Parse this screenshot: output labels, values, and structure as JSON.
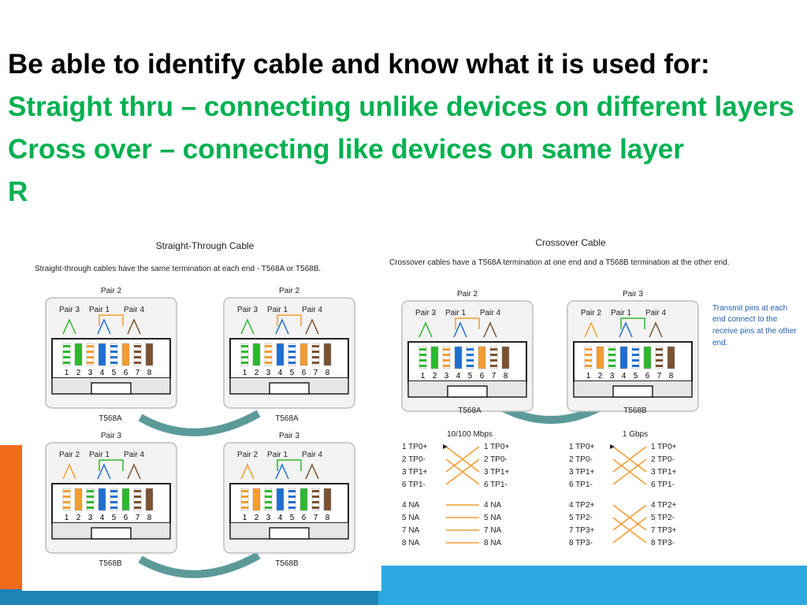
{
  "slide": {
    "paragraphs": [
      {
        "text": "Be able to identify cable and know what it is used for:",
        "color": "#000000"
      },
      {
        "text": "Straight thru – connecting unlike devices on different layers",
        "color": "#00b050"
      },
      {
        "text": "Cross over – connecting like devices on same layer",
        "color": "#00b050"
      },
      {
        "text": "R",
        "color": "#00b050"
      }
    ],
    "accent_orange": "#f26b1d",
    "accent_blue": "#2ea8e0"
  },
  "straight": {
    "title": "Straight-Through Cable",
    "caption": "Straight-through cables have the same termination at each end - T568A or T568B.",
    "top_pair_label": "Pair 2",
    "top_labels": [
      "Pair 3",
      "Pair 1",
      "Pair 4"
    ],
    "bottom_pair_label": "Pair 3",
    "bottom_labels": [
      "Pair 2",
      "Pair 1",
      "Pair 4"
    ],
    "pins": [
      "1",
      "2",
      "3",
      "4",
      "5",
      "6",
      "7",
      "8"
    ],
    "top_left": "T568A",
    "top_right": "T568A",
    "bottom_left": "T568B",
    "bottom_right": "T568B"
  },
  "crossover": {
    "title": "Crossover Cable",
    "caption": "Crossover cables have a T568A termination at one end and a T568B termination at the other end.",
    "left_pair_label": "Pair 2",
    "left_labels": [
      "Pair 3",
      "Pair 1",
      "Pair 4"
    ],
    "right_pair_label": "Pair 3",
    "right_labels": [
      "Pair 2",
      "Pair 1",
      "Pair 4"
    ],
    "pins": [
      "1",
      "2",
      "3",
      "4",
      "5",
      "6",
      "7",
      "8"
    ],
    "left_name": "T568A",
    "right_name": "T568B",
    "note": [
      "Transmit pins at each",
      "end connect to the",
      "receive pins at the other",
      "end."
    ],
    "speed_left": "10/100 Mbps",
    "speed_right": "1 Gbps",
    "left_table": {
      "left": [
        "1 TP0+",
        "2 TP0-",
        "3 TP1+",
        "6 TP1-",
        "4 NA",
        "5 NA",
        "7 NA",
        "8 NA"
      ],
      "right": [
        "1 TP0+",
        "2 TP0-",
        "3 TP1+",
        "6 TP1-",
        "4 NA",
        "5 NA",
        "7 NA",
        "8 NA"
      ]
    },
    "right_table": {
      "left": [
        "1 TP0+",
        "2 TP0-",
        "3 TP1+",
        "6 TP1-",
        "4 TP2+",
        "5 TP2-",
        "7 TP3+",
        "8 TP3-"
      ],
      "right": [
        "1 TP0+",
        "2 TP0-",
        "3 TP1+",
        "6 TP1-",
        "4 TP2+",
        "5 TP2-",
        "7 TP3+",
        "8 TP3-"
      ]
    }
  }
}
